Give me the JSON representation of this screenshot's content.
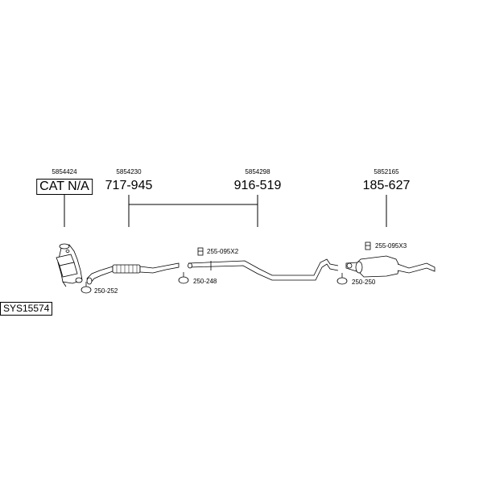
{
  "parts": [
    {
      "ref": "5854424",
      "number": "CAT N/A",
      "boxed": true
    },
    {
      "ref": "5854230",
      "number": "717-945",
      "boxed": false
    },
    {
      "ref": "5854298",
      "number": "916-519",
      "boxed": false
    },
    {
      "ref": "5852165",
      "number": "185-627",
      "boxed": false
    }
  ],
  "accessories": [
    {
      "code": "250-252",
      "icon": "clamp-icon"
    },
    {
      "code": "250-248",
      "icon": "clamp-icon"
    },
    {
      "code": "255-095X2",
      "icon": "bracket-icon"
    },
    {
      "code": "255-095X3",
      "icon": "bracket-icon"
    },
    {
      "code": "250-250",
      "icon": "clamp-icon"
    }
  ],
  "assembly_code": "SYS15574"
}
